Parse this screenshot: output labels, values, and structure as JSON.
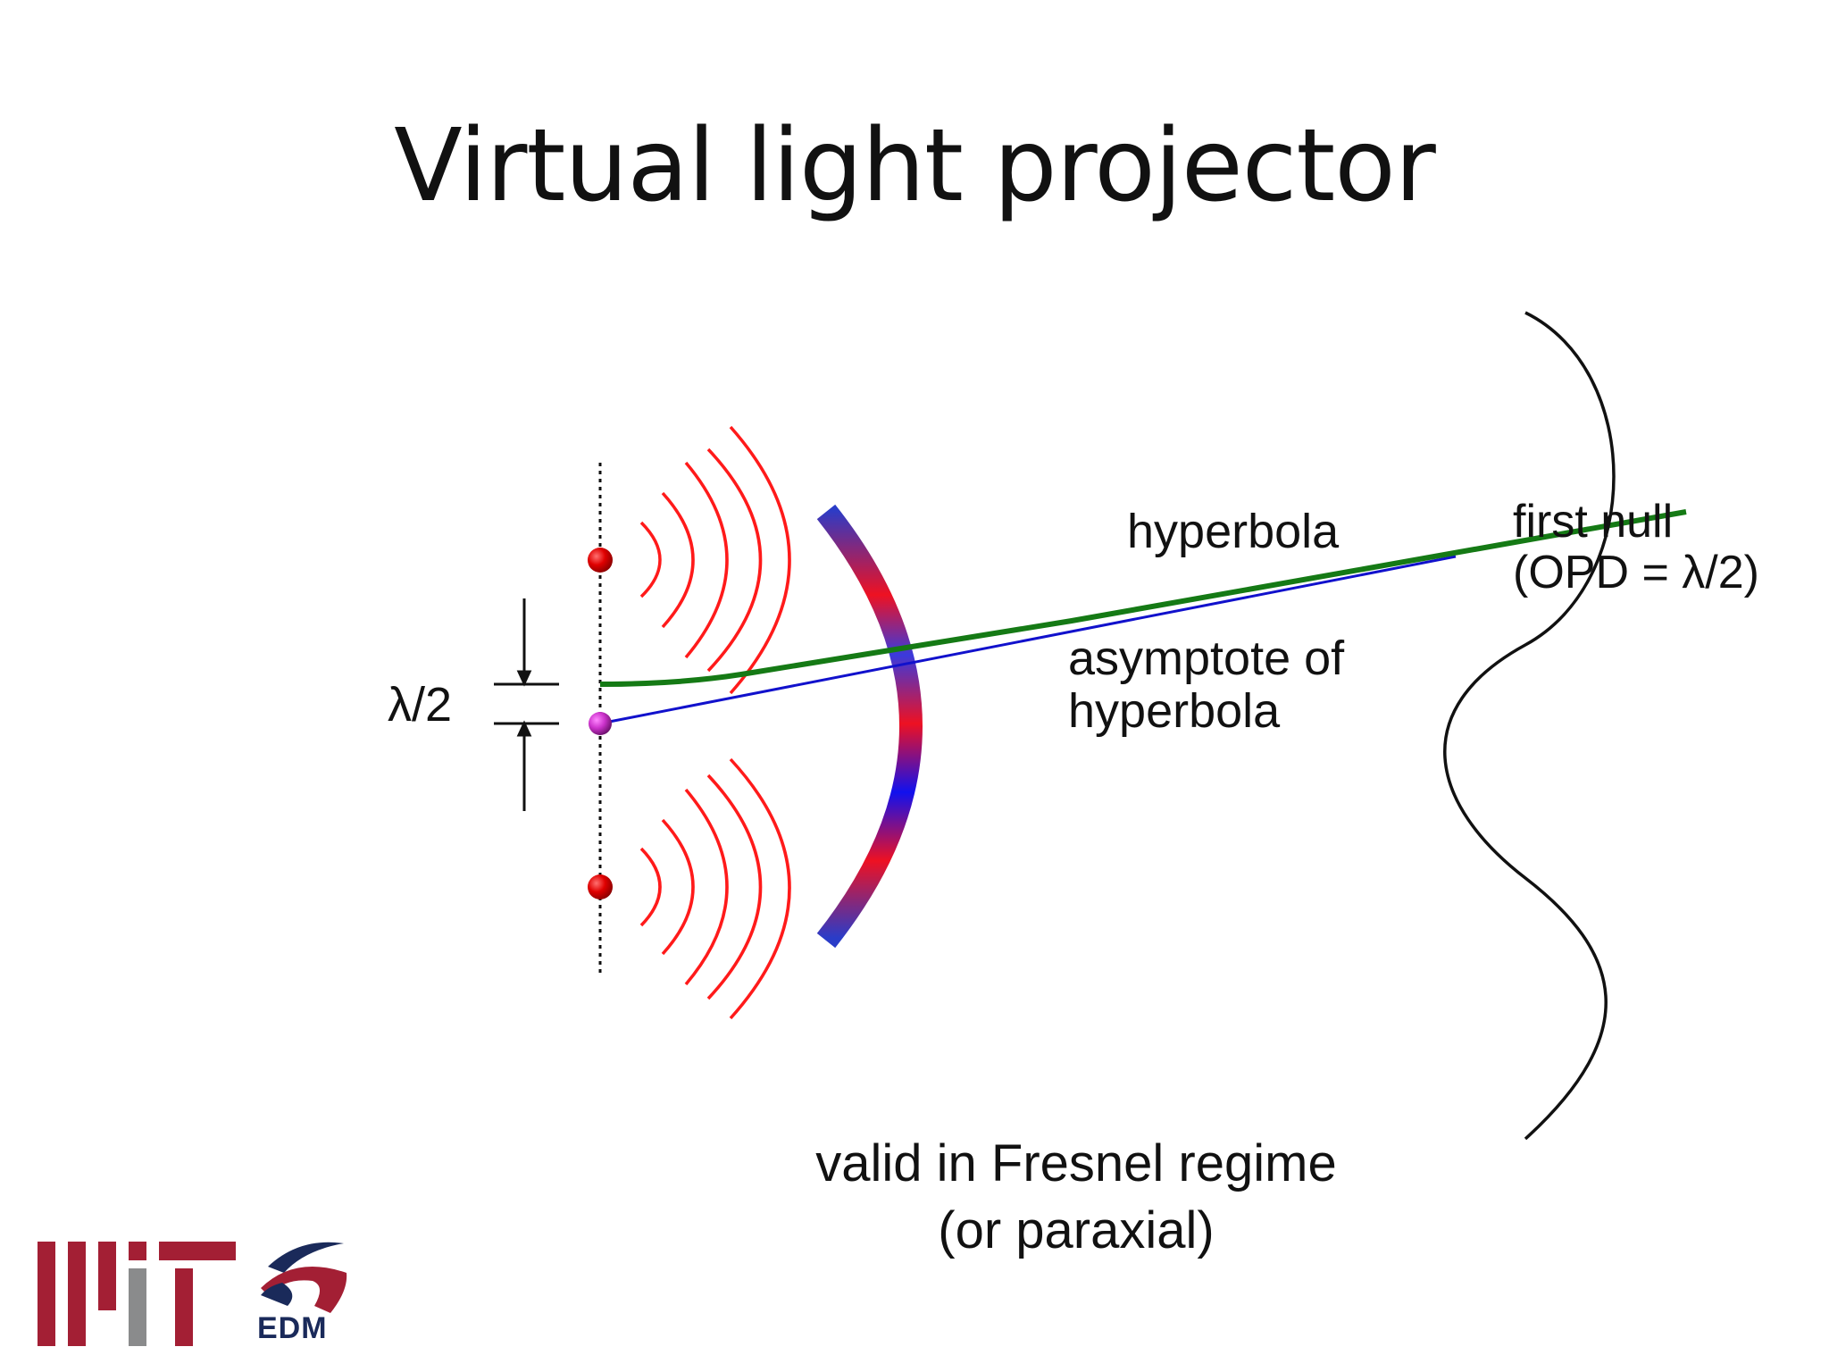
{
  "slide": {
    "title": "Virtual light projector"
  },
  "labels": {
    "lambda_half": "λ/2",
    "hyperbola": "hyperbola",
    "asymptote_line1": "asymptote of",
    "asymptote_line2": "hyperbola",
    "first_null_line1": "first null",
    "first_null_line2": "(OPD = λ/2)",
    "caption_line1": "valid in Fresnel regime",
    "caption_line2": "(or paraxial)"
  },
  "logos": {
    "edm_text": "EDM"
  },
  "colors": {
    "wave": "#ff1a1a",
    "source_dot": "#dd0000",
    "virtual_source": "#cc33cc",
    "asymptote": "#1111cc",
    "hyperbola": "#157a15",
    "mit_red": "#a31f34",
    "mit_gray": "#8a8b8c",
    "edm_navy": "#1a2a5a"
  },
  "icons": {
    "mit_logo": "mit-logo-icon",
    "edm_logo": "edm-logo-icon"
  }
}
